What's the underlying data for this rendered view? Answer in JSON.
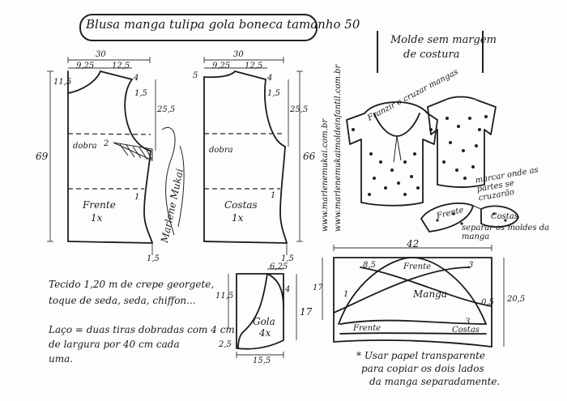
{
  "title": "Blusa manga tulipa gola boneca tamanho 50",
  "molde_label_line1": "Molde sem margem",
  "molde_label_line2": "de costura",
  "front": {
    "width": "30",
    "neck": "9,25",
    "shoulder": "12,5",
    "shoulder_drop": "4",
    "neck_drop": "11,5",
    "armhole_depth": "25,5",
    "armhole_mark": "1,5",
    "length": "69",
    "fold": "dobra",
    "dart": "2",
    "waist": "1",
    "hem": "1,5",
    "name": "Frente",
    "count": "1x"
  },
  "back": {
    "width": "30",
    "neck": "9,25",
    "shoulder": "12,5",
    "shoulder_drop": "4",
    "neck_drop": "5",
    "armhole_depth": "25,5",
    "armhole_mark": "1,5",
    "length": "66",
    "fold": "dobra",
    "waist": "1",
    "hem": "1,5",
    "name": "Costas",
    "count": "1x"
  },
  "collar": {
    "top": "6,25",
    "height_left": "11,5",
    "side_mark": "4",
    "height_right": "17",
    "bottom_left": "2,5",
    "width": "15,5",
    "name": "Gola",
    "count": "4x"
  },
  "sleeve": {
    "width": "42",
    "left_height": "17",
    "right_height": "20,5",
    "label_top_left": "8,5",
    "label_front": "Frente",
    "label_3": "3",
    "label_manga": "Manga",
    "label_frente": "Frente",
    "label_costas": "Costas",
    "mark_05": "0,5",
    "mark_1": "1",
    "mark_3": "3"
  },
  "illustration_notes": {
    "franzir": "Franzir e cruzar mangas",
    "marcar": "marcar onde as partes se cruzarão",
    "separar": "separar os moldes da manga",
    "frente": "Frente",
    "costas": "Costas"
  },
  "urls": {
    "line1": "www.marlenemukai.com.br",
    "line2": "www.marlenemukaimoldeinfantil.com.br"
  },
  "fabric": {
    "line1": "Tecido 1,20 m de crepe georgete,",
    "line2": "toque de seda, seda, chiffon..."
  },
  "laco": {
    "line1": "Laço = duas tiras dobradas com 4 cm",
    "line2": "de largura por 40 cm cada",
    "line3": "uma."
  },
  "sleeve_note": {
    "line1": "* Usar papel transparente",
    "line2": "para copiar os dois lados",
    "line3": "da manga separadamente."
  },
  "signature": "Marlene Mukai"
}
